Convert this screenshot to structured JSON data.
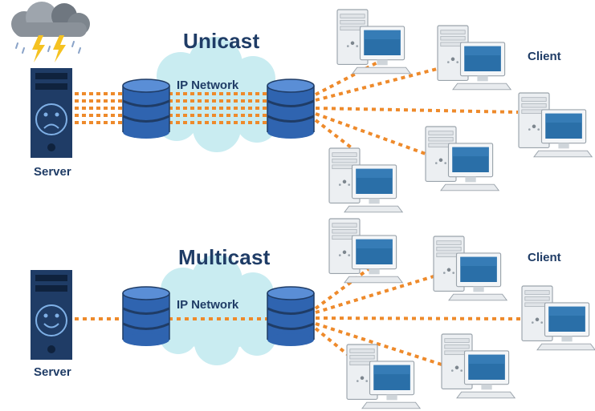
{
  "unicast": {
    "title": "Unicast",
    "network_label": "IP Network",
    "server_label": "Server",
    "client_label": "Client"
  },
  "multicast": {
    "title": "Multicast",
    "network_label": "IP Network",
    "server_label": "Server",
    "client_label": "Client"
  },
  "colors": {
    "link": "#ee8a2b",
    "server_body": "#1f3c66",
    "database": "#2f64b0",
    "cloud": "#c9ecf1",
    "title": "#1f3c66",
    "storm_bolt": "#f5c221"
  },
  "icons": {
    "storm": "storm-cloud-icon",
    "sad_server": "sad-face-icon",
    "happy_server": "smiley-face-icon",
    "client": "desktop-computer-icon",
    "database": "database-icon",
    "network": "cloud-icon"
  }
}
